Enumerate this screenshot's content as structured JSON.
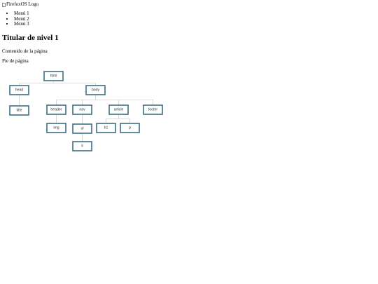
{
  "logo": {
    "alt_text": "FirefoxOS Logo"
  },
  "menu": {
    "items": [
      "Menú 1",
      "Menú 2",
      "Menú 3"
    ]
  },
  "heading": "Titular de nivel 1",
  "content_text": "Contenido de la página",
  "footer_text": "Pie de página",
  "dom_tree": {
    "nodes": [
      {
        "id": "html",
        "label": "html"
      },
      {
        "id": "head",
        "label": "head"
      },
      {
        "id": "body",
        "label": "body"
      },
      {
        "id": "title",
        "label": "title"
      },
      {
        "id": "header",
        "label": "header"
      },
      {
        "id": "nav",
        "label": "nav"
      },
      {
        "id": "article",
        "label": "article"
      },
      {
        "id": "footer",
        "label": "footer"
      },
      {
        "id": "img",
        "label": "img"
      },
      {
        "id": "ul",
        "label": "ul"
      },
      {
        "id": "h1",
        "label": "h1"
      },
      {
        "id": "p",
        "label": "p"
      },
      {
        "id": "li",
        "label": "li"
      }
    ],
    "edges": [
      [
        "html",
        "head"
      ],
      [
        "html",
        "body"
      ],
      [
        "head",
        "title"
      ],
      [
        "body",
        "header"
      ],
      [
        "body",
        "nav"
      ],
      [
        "body",
        "article"
      ],
      [
        "body",
        "footer"
      ],
      [
        "header",
        "img"
      ],
      [
        "nav",
        "ul"
      ],
      [
        "article",
        "h1"
      ],
      [
        "article",
        "p"
      ],
      [
        "ul",
        "li"
      ]
    ]
  }
}
